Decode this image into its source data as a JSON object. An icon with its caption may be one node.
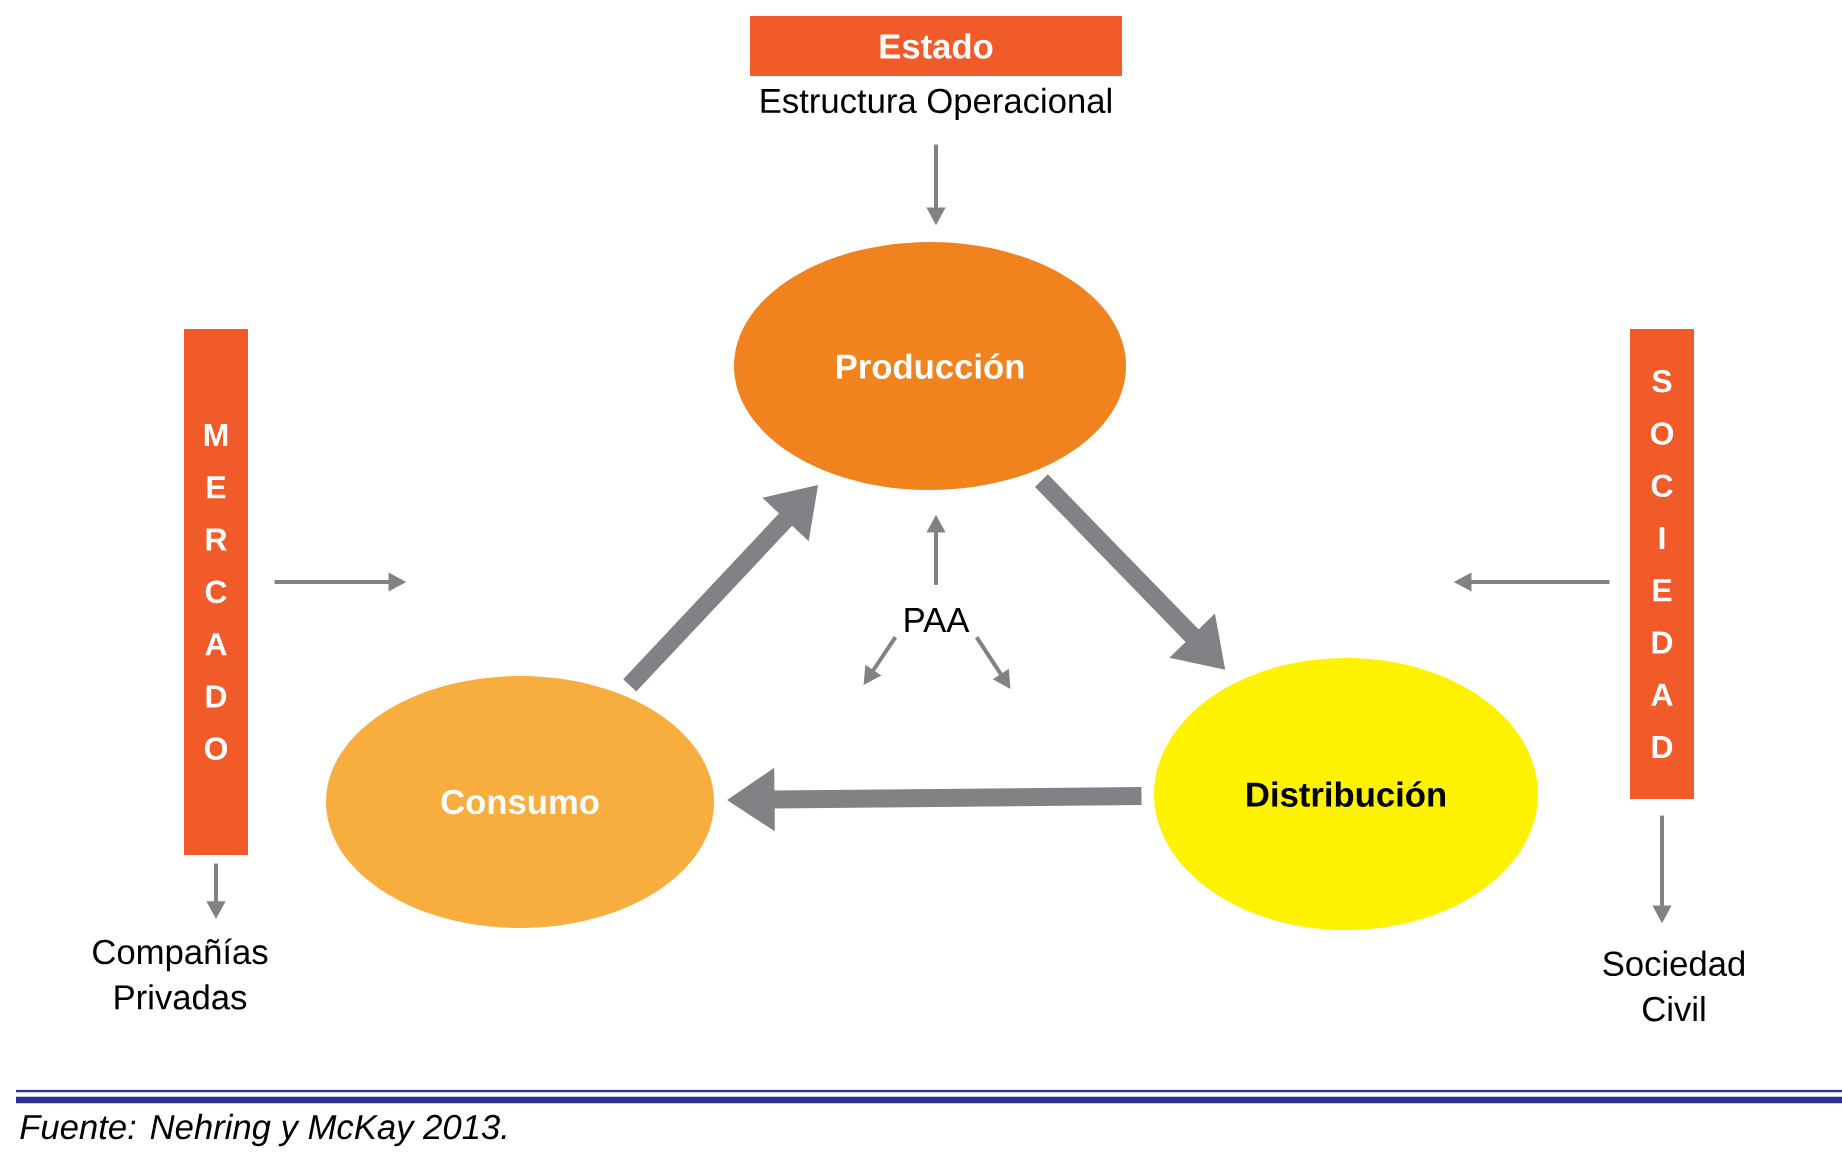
{
  "diagram": {
    "nodes": [
      {
        "text": [
          "Estado"
        ],
        "beside": [
          "Estructura Operacional"
        ]
      },
      {
        "text": [
          "Producción"
        ]
      },
      {
        "text": [
          "Consumo"
        ]
      },
      {
        "text": [
          "Distribución"
        ]
      },
      {
        "text": [
          "MERCADO"
        ]
      },
      {
        "text": [
          "Compañías Privadas"
        ]
      },
      {
        "text": [
          "SOCIEDAD"
        ]
      },
      {
        "text": [
          "Sociedad Civil"
        ]
      },
      {
        "text": [
          "PAA"
        ]
      }
    ],
    "edges": [
      {
        "from": 0,
        "to": 1,
        "arrow": "to"
      },
      {
        "from": 2,
        "to": 1,
        "arrow": "to",
        "style": "thick"
      },
      {
        "from": 1,
        "to": 3,
        "arrow": "to",
        "style": "thick"
      },
      {
        "from": 3,
        "to": 2,
        "arrow": "to",
        "style": "thick"
      },
      {
        "from": 4,
        "to": null,
        "arrow": "to"
      },
      {
        "from": 6,
        "to": null,
        "arrow": "to"
      },
      {
        "from": 4,
        "to": 5,
        "arrow": "to"
      },
      {
        "from": 6,
        "to": 7,
        "arrow": "to"
      },
      {
        "from": 8,
        "to": 1,
        "arrow": "to"
      },
      {
        "from": 8,
        "to": null,
        "arrow": "to"
      },
      {
        "from": 8,
        "to": null,
        "arrow": "to"
      }
    ],
    "labels": [
      "Fuente: Nehring y McKay 2013."
    ]
  }
}
